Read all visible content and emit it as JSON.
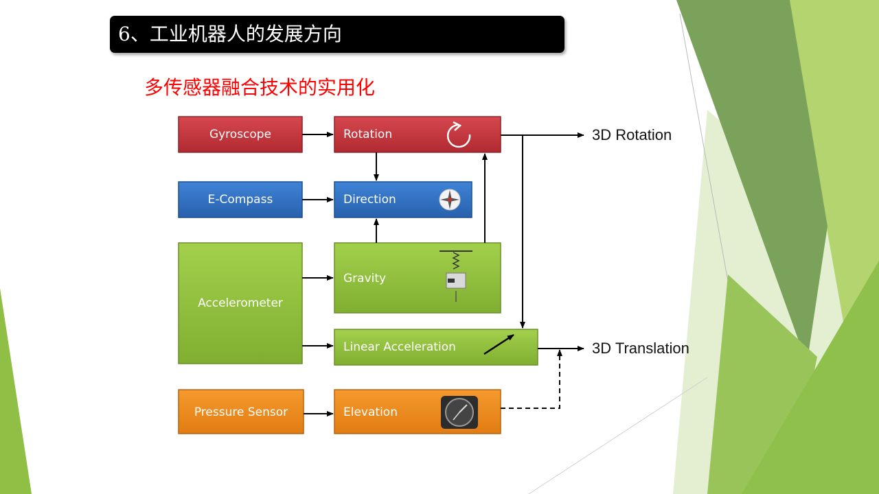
{
  "slide": {
    "title": "6、工业机器人的发展方向",
    "subtitle": "多传感器融合技术的实用化"
  },
  "diagram": {
    "sensors": {
      "gyroscope": "Gyroscope",
      "ecompass": "E-Compass",
      "accelerometer": "Accelerometer",
      "pressure": "Pressure Sensor"
    },
    "processed": {
      "rotation": "Rotation",
      "direction": "Direction",
      "gravity": "Gravity",
      "linear": "Linear Acceleration",
      "elevation": "Elevation"
    },
    "outputs": {
      "rotation3d": "3D Rotation",
      "translation3d": "3D Translation"
    },
    "colors": {
      "red": "#c0323a",
      "blue": "#2e6fc4",
      "green": "#93c23e",
      "orange": "#ef8a1c"
    }
  }
}
